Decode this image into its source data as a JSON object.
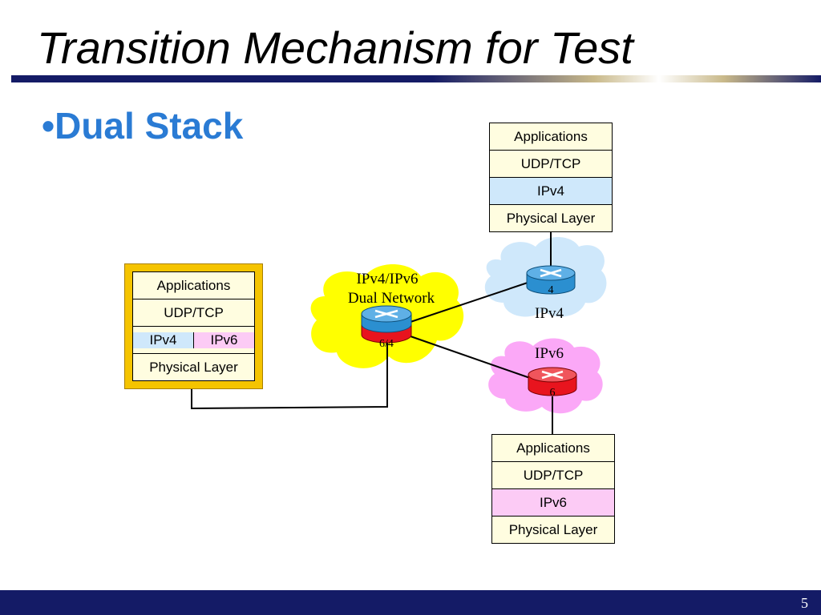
{
  "slide": {
    "title": "Transition Mechanism for Test",
    "bullet": "Dual Stack",
    "page_number": "5"
  },
  "dual_host": {
    "layers": [
      "Applications",
      "UDP/TCP",
      "IPv4",
      "IPv6",
      "Physical Layer"
    ]
  },
  "ipv4_host": {
    "layers": [
      "Applications",
      "UDP/TCP",
      "IPv4",
      "Physical Layer"
    ]
  },
  "ipv6_host": {
    "layers": [
      "Applications",
      "UDP/TCP",
      "IPv6",
      "Physical Layer"
    ]
  },
  "clouds": {
    "dual": {
      "label_line1": "IPv4/IPv6",
      "label_line2": "Dual Network",
      "router_label": "6/4",
      "color": "#ffff00"
    },
    "ipv4": {
      "label": "IPv4",
      "router_label": "4",
      "color": "#cfe8fb"
    },
    "ipv6": {
      "label": "IPv6",
      "router_label": "6",
      "color": "#fba8f7"
    }
  },
  "colors": {
    "title_rule": "#141b66",
    "bullet": "#2a7bd4",
    "stack_fill": "#fffde0",
    "ipv4_layer": "#cfe8fb",
    "ipv6_layer": "#fccbf5",
    "router_blue": "#2b8fd0",
    "router_red": "#e8141e"
  },
  "icons": [
    "router-icon"
  ]
}
